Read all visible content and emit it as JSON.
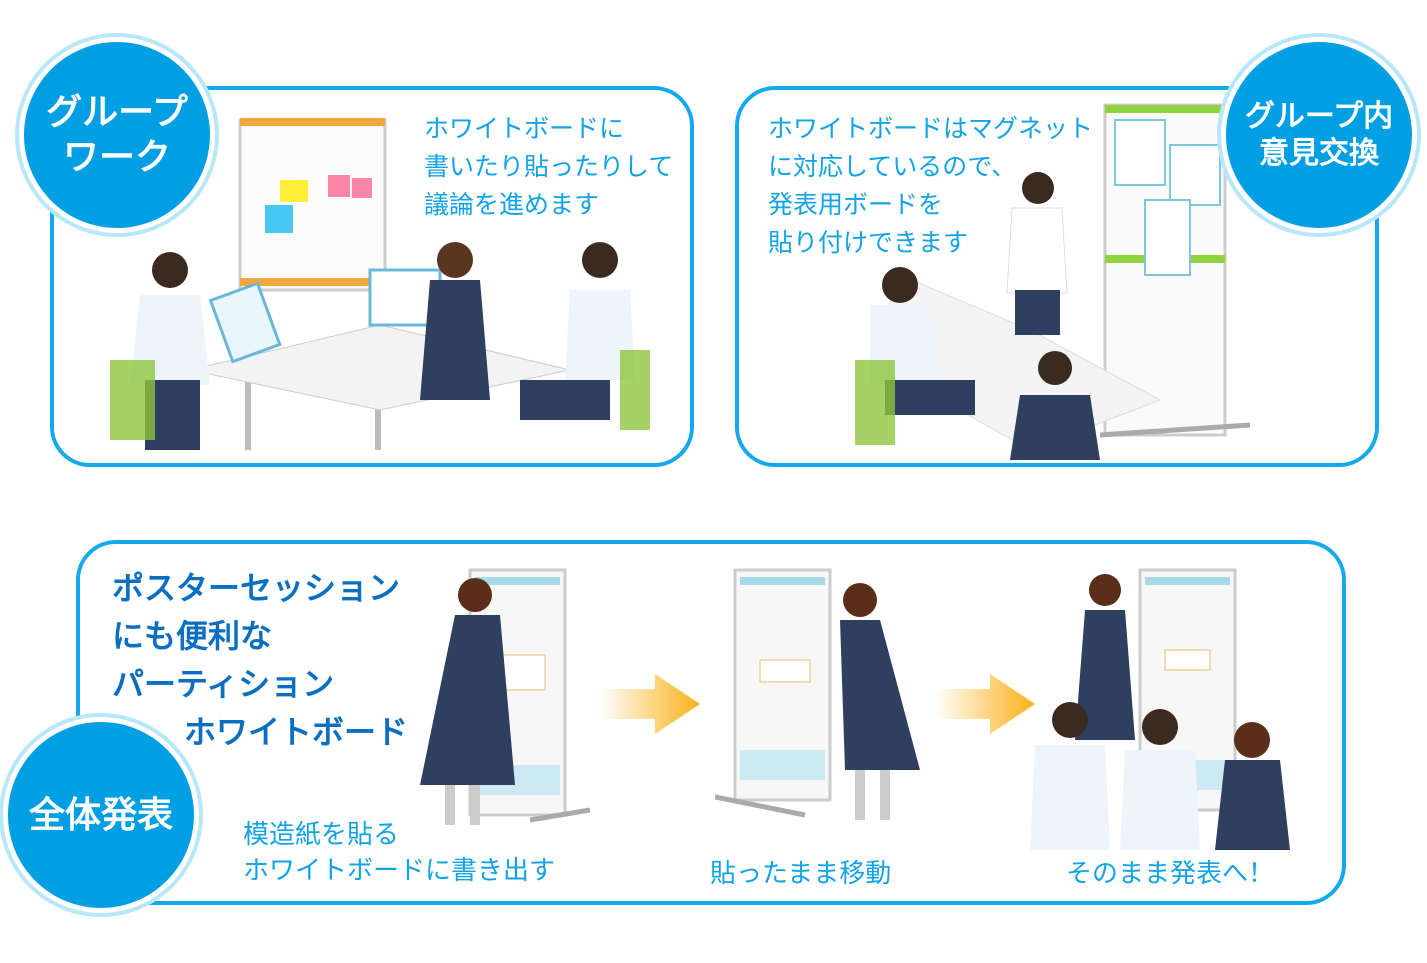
{
  "group_work": {
    "badge": [
      "グループ",
      "ワーク"
    ],
    "description": [
      "ホワイトボードに",
      "書いたり貼ったりして",
      "議論を進めます"
    ]
  },
  "group_exchange": {
    "badge": [
      "グループ内",
      "意見交換"
    ],
    "description": [
      "ホワイトボードはマグネット",
      "に対応しているので、",
      "発表用ボードを",
      "貼り付けできます"
    ]
  },
  "presentation": {
    "badge": "全体発表",
    "headline": [
      "ポスターセッション",
      "にも便利な",
      "パーティション",
      "ホワイトボード"
    ],
    "steps": [
      {
        "caption": [
          "模造紙を貼る",
          "ホワイトボードに書き出す"
        ]
      },
      {
        "caption": [
          "貼ったまま移動"
        ]
      },
      {
        "caption": [
          "そのまま発表へ！"
        ]
      }
    ]
  },
  "colors": {
    "accent": "#009fe3",
    "border": "#13a9ec",
    "headline": "#0b6fc1",
    "arrow": "#fbb116"
  }
}
